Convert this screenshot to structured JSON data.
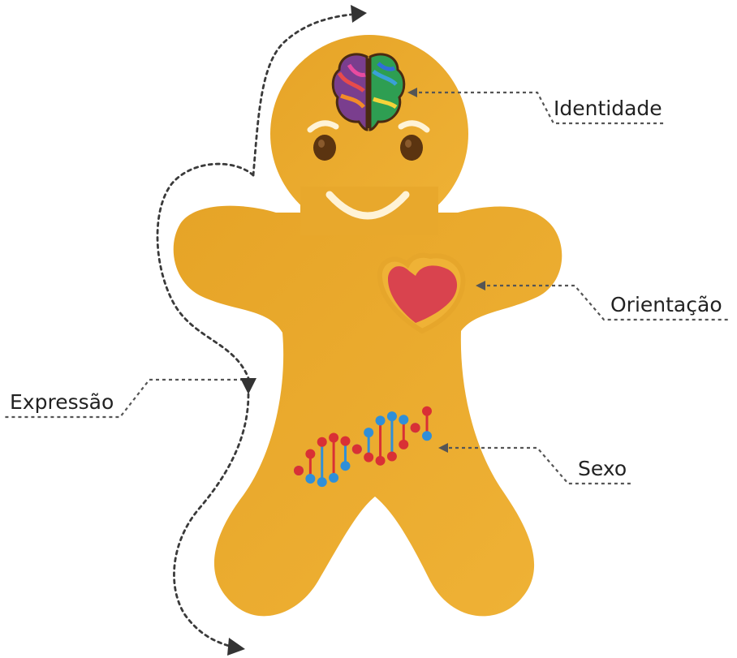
{
  "labels": {
    "identidade": "Identidade",
    "orientacao": "Orientação",
    "expressao": "Expressão",
    "sexo": "Sexo"
  },
  "icons": {
    "brain": "brain-icon",
    "heart": "heart-icon",
    "dna": "dna-icon",
    "arrow": "arrow-icon"
  },
  "colors": {
    "body": "#E5A426",
    "body_shadow": "#C98E1A",
    "heart": "#D9434E",
    "eye": "#5B3410",
    "smile": "#FFF3D6",
    "dna_blue": "#2F8FD8",
    "dna_red": "#D93035"
  }
}
